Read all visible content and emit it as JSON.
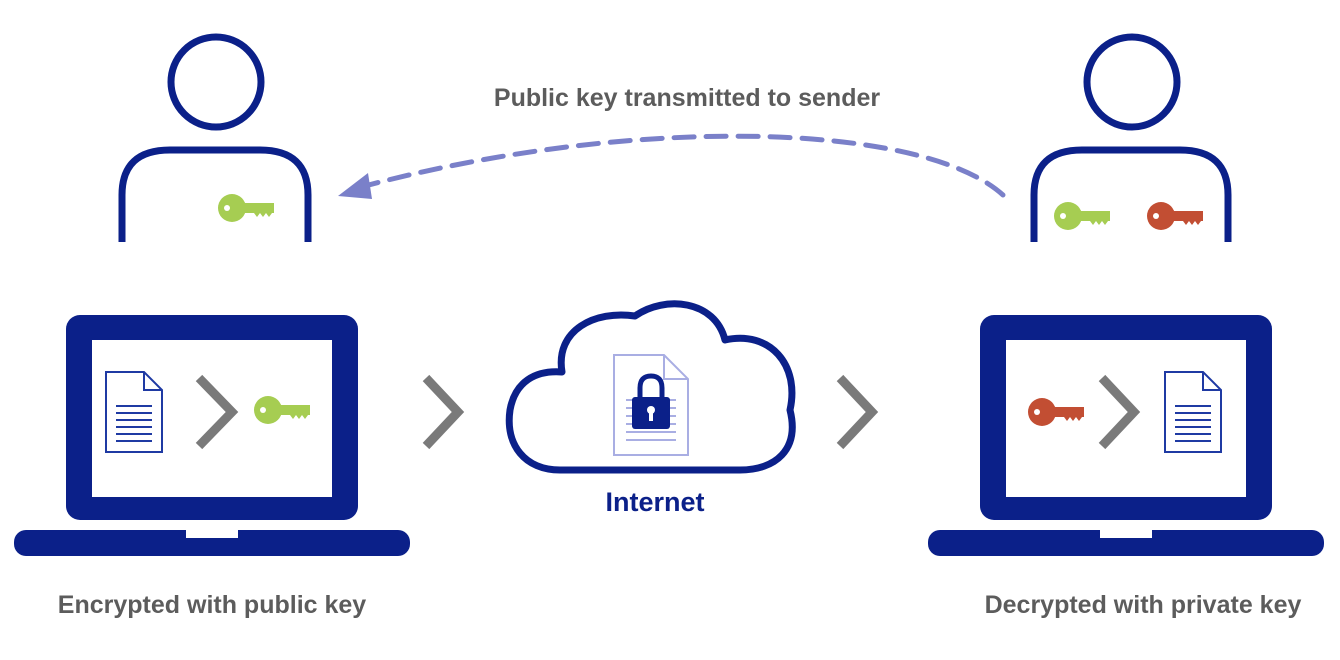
{
  "labels": {
    "transmission": "Public key transmitted to sender",
    "internet": "Internet",
    "sender_caption": "Encrypted with public key",
    "receiver_caption": "Decrypted with private key"
  },
  "colors": {
    "navy": "#0b2089",
    "doc_blue": "#1f3aa3",
    "public_key": "#a6cd52",
    "private_key": "#c24e33",
    "chevron_gray": "#7a7a7a",
    "text_gray": "#5c5c5c",
    "internet_text": "#0b2089",
    "dashed_arrow": "#7a80c9",
    "cloud_doc": "#a9aee3"
  },
  "icons": {
    "sender_person": "person-icon",
    "receiver_person": "person-icon",
    "public_key": "key-icon",
    "private_key": "key-icon",
    "laptop": "laptop-icon",
    "document": "document-icon",
    "cloud": "cloud-icon",
    "lock": "lock-icon",
    "chevron": "chevron-right-icon"
  }
}
